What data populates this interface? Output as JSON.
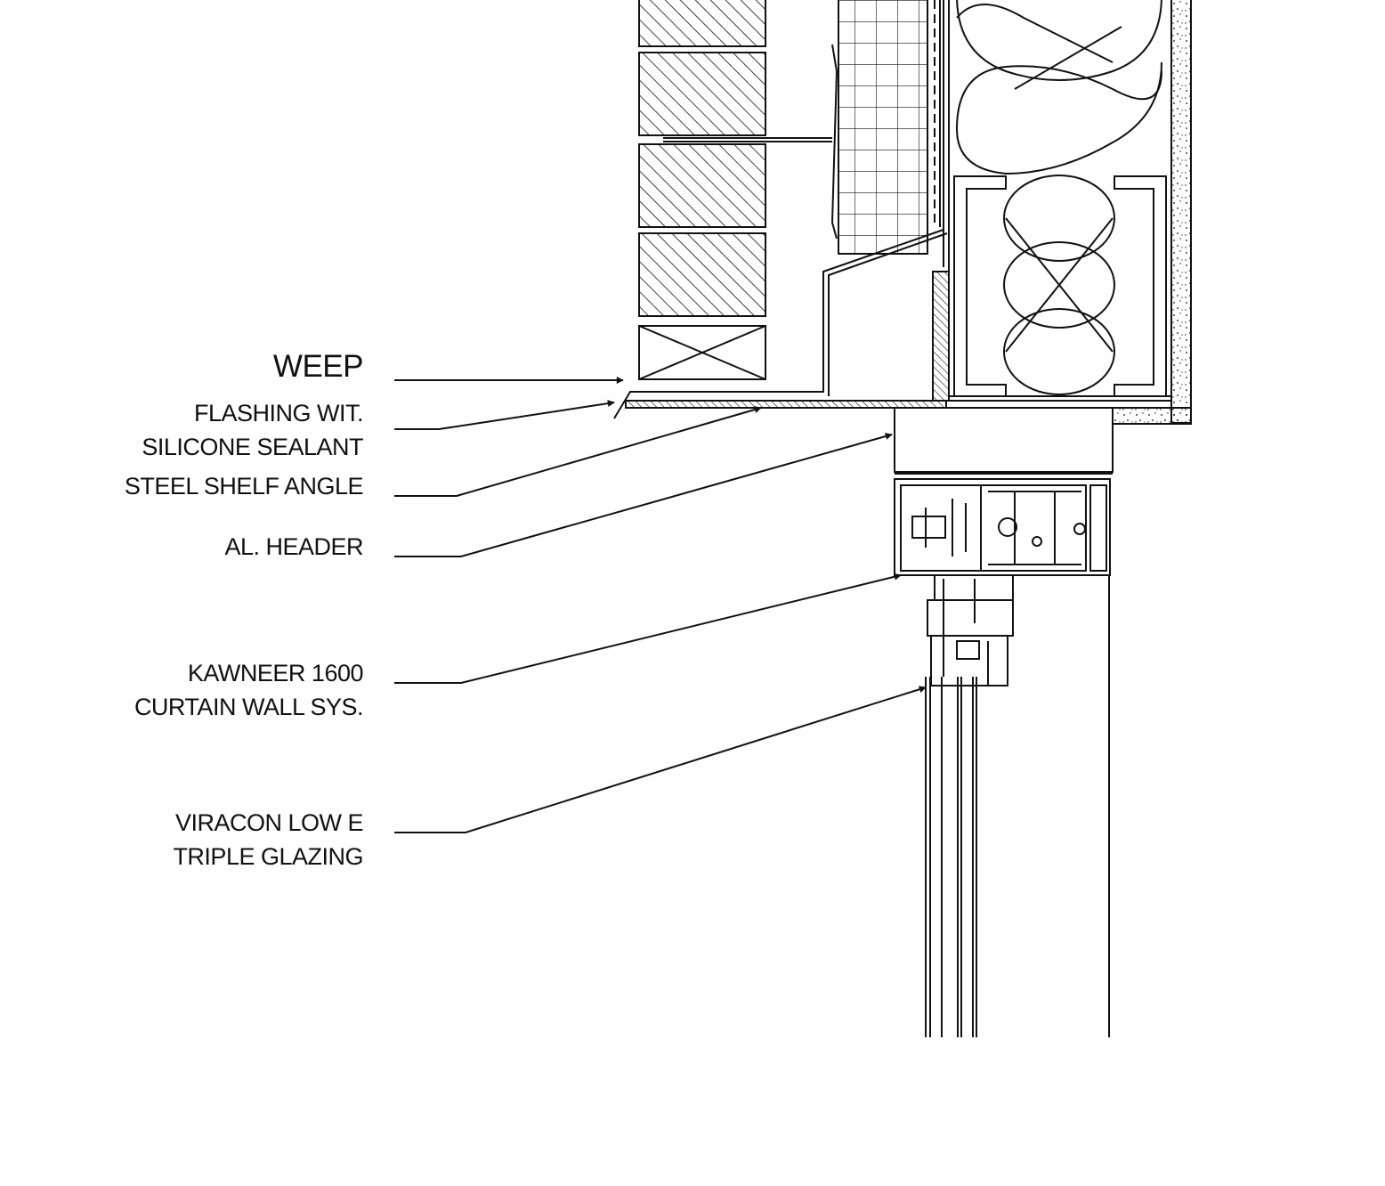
{
  "callouts": [
    {
      "id": "weep",
      "lines": [
        "WEEP"
      ]
    },
    {
      "id": "flashing",
      "lines": [
        "FLASHING WIT.",
        "SILICONE SEALANT"
      ]
    },
    {
      "id": "shelf-angle",
      "lines": [
        "STEEL SHELF ANGLE"
      ]
    },
    {
      "id": "header",
      "lines": [
        "AL. HEADER"
      ]
    },
    {
      "id": "curtain-wall",
      "lines": [
        "KAWNEER 1600",
        "CURTAIN WALL SYS."
      ]
    },
    {
      "id": "glazing",
      "lines": [
        "VIRACON LOW E",
        "TRIPLE GLAZING"
      ]
    }
  ],
  "colors": {
    "ink": "#111111",
    "paper": "#ffffff"
  }
}
